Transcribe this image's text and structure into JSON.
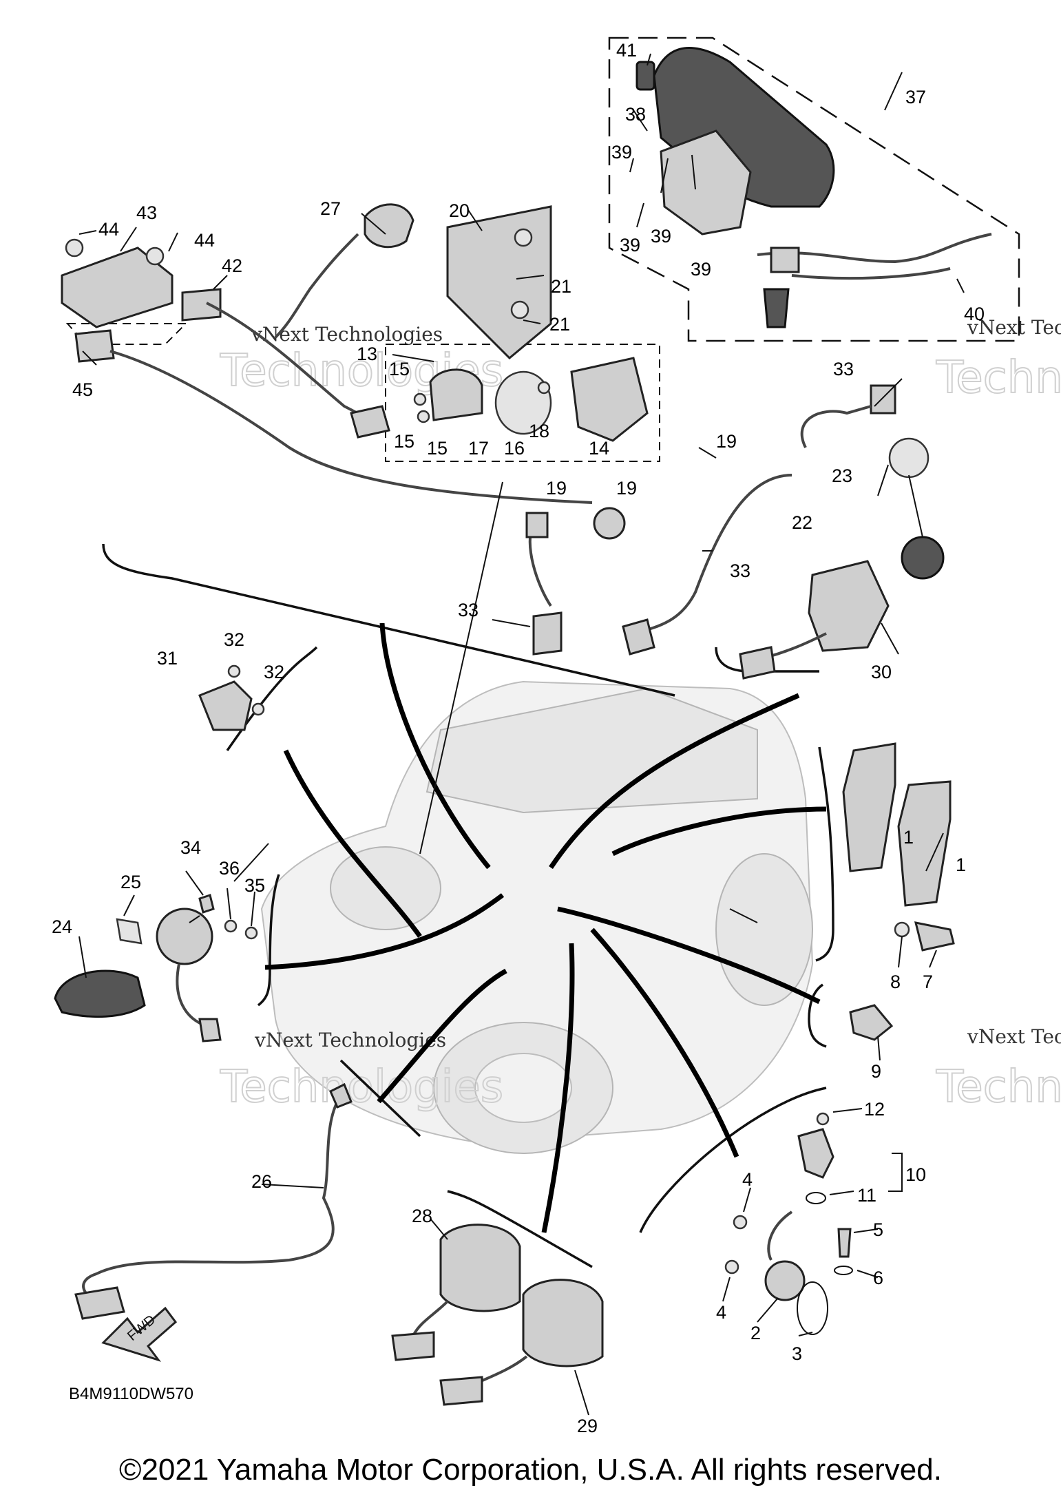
{
  "diagram_code": "B4M9110DW570",
  "copyright": "©2021 Yamaha Motor Corporation, U.S.A. All rights reserved.",
  "fwd_label": "FWD",
  "watermark": {
    "company": "vNext Technologies",
    "partial_company": "vNext Tec",
    "big_word": "Technologies"
  },
  "callouts": [
    "1",
    "1",
    "2",
    "3",
    "4",
    "4",
    "5",
    "6",
    "7",
    "8",
    "9",
    "10",
    "11",
    "12",
    "13",
    "14",
    "15",
    "15",
    "15",
    "15",
    "16",
    "17",
    "18",
    "19",
    "19",
    "19",
    "20",
    "21",
    "21",
    "22",
    "23",
    "24",
    "25",
    "26",
    "27",
    "28",
    "29",
    "30",
    "31",
    "32",
    "32",
    "33",
    "33",
    "33",
    "33",
    "34",
    "35",
    "36",
    "37",
    "38",
    "39",
    "39",
    "39",
    "39",
    "40",
    "41",
    "42",
    "43",
    "44",
    "44",
    "45"
  ]
}
